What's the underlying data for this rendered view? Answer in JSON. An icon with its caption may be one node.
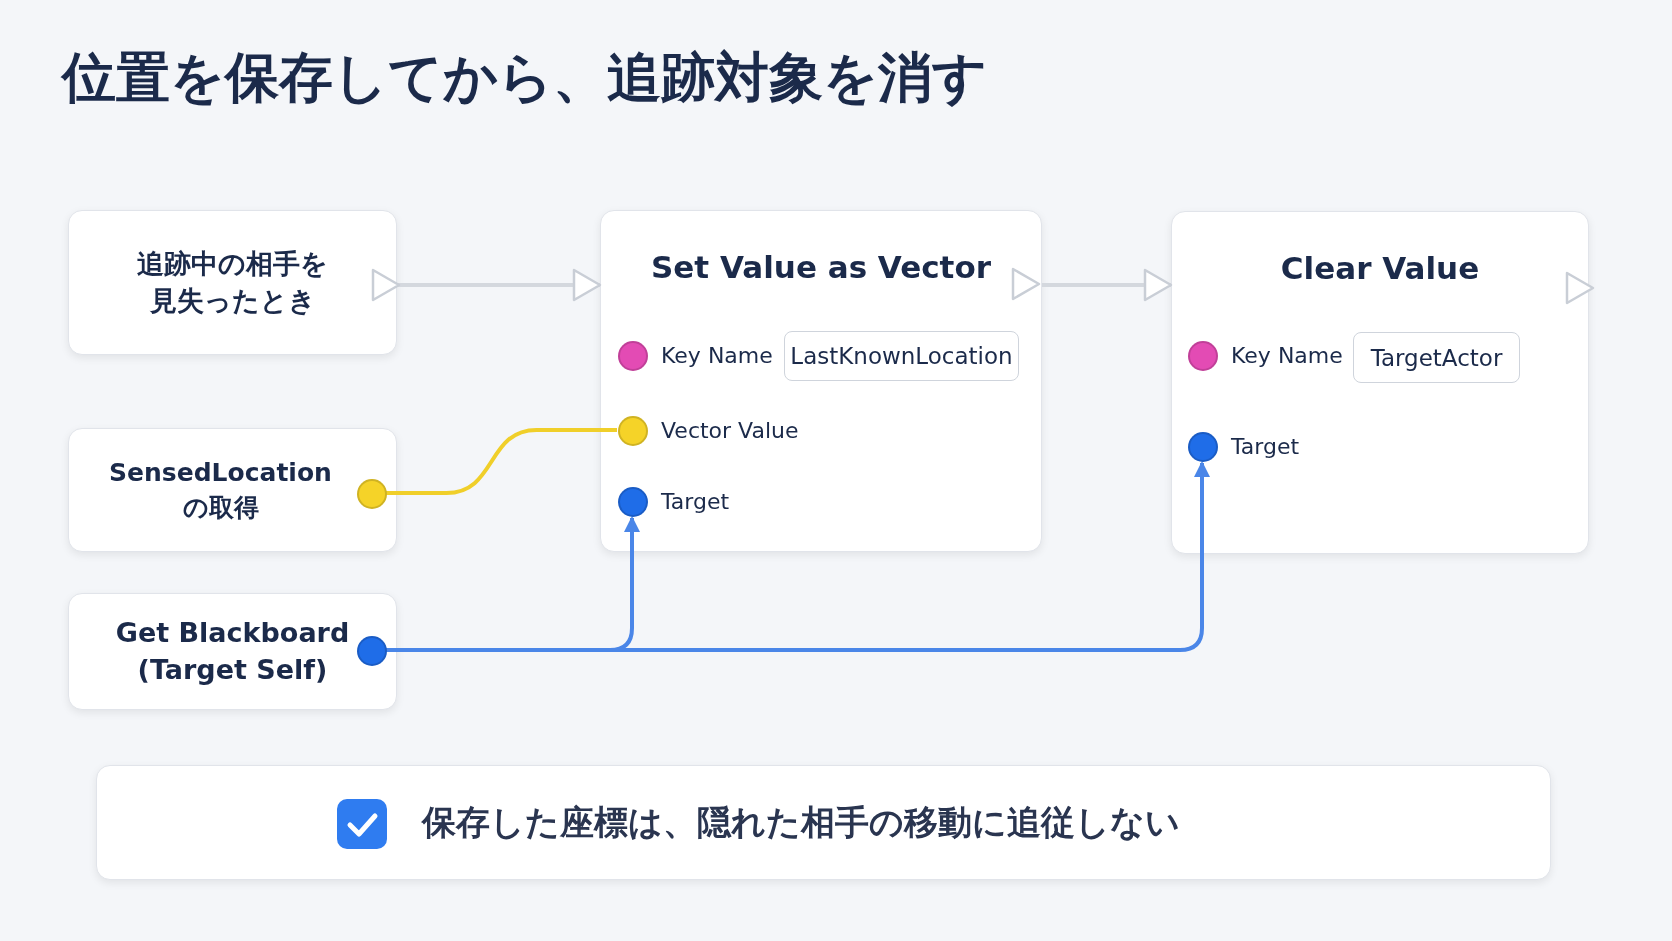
{
  "diagram": {
    "title": "位置を保存してから、追跡対象を消す",
    "nodes": [
      {
        "text": [
          "追跡中の相手を見失ったとき"
        ]
      },
      {
        "text": [
          "Set Value as Vector"
        ]
      },
      {
        "text": [],
        "shape": "circle",
        "in": 1
      },
      {
        "text": [
          "LastKnownLocation"
        ],
        "in": 1
      },
      {
        "text": [],
        "shape": "circle",
        "in": 1
      },
      {
        "text": [],
        "shape": "circle",
        "in": 1
      },
      {
        "text": [
          "Clear Value"
        ]
      },
      {
        "text": [],
        "shape": "circle",
        "in": 6
      },
      {
        "text": [
          "TargetActor"
        ],
        "in": 6
      },
      {
        "text": [],
        "shape": "circle",
        "in": 6
      },
      {
        "text": [
          "SensedLocation の取得"
        ]
      },
      {
        "text": [],
        "shape": "circle",
        "in": 10
      },
      {
        "text": [
          "Get Blackboard (Target Self)"
        ]
      },
      {
        "text": [],
        "shape": "circle",
        "in": 12
      },
      {
        "text": [
          "保存した座標は、隠れた相手の移動に追従しない"
        ]
      }
    ],
    "edges": [
      {
        "from": 0,
        "to": 1,
        "arrow": "to",
        "color": "#d4d8de"
      },
      {
        "from": 1,
        "to": 6,
        "arrow": "to",
        "color": "#d4d8de"
      },
      {
        "from": 11,
        "to": 4,
        "arrow": "none",
        "color": "#f0cf2a"
      },
      {
        "from": 13,
        "to": 5,
        "arrow": "to",
        "color": "#4a86e8"
      },
      {
        "from": 13,
        "to": 9,
        "arrow": "to",
        "color": "#4a86e8"
      }
    ],
    "labels": [
      "Key Name",
      "Vector Value",
      "Target",
      "Key Name",
      "Target"
    ]
  }
}
